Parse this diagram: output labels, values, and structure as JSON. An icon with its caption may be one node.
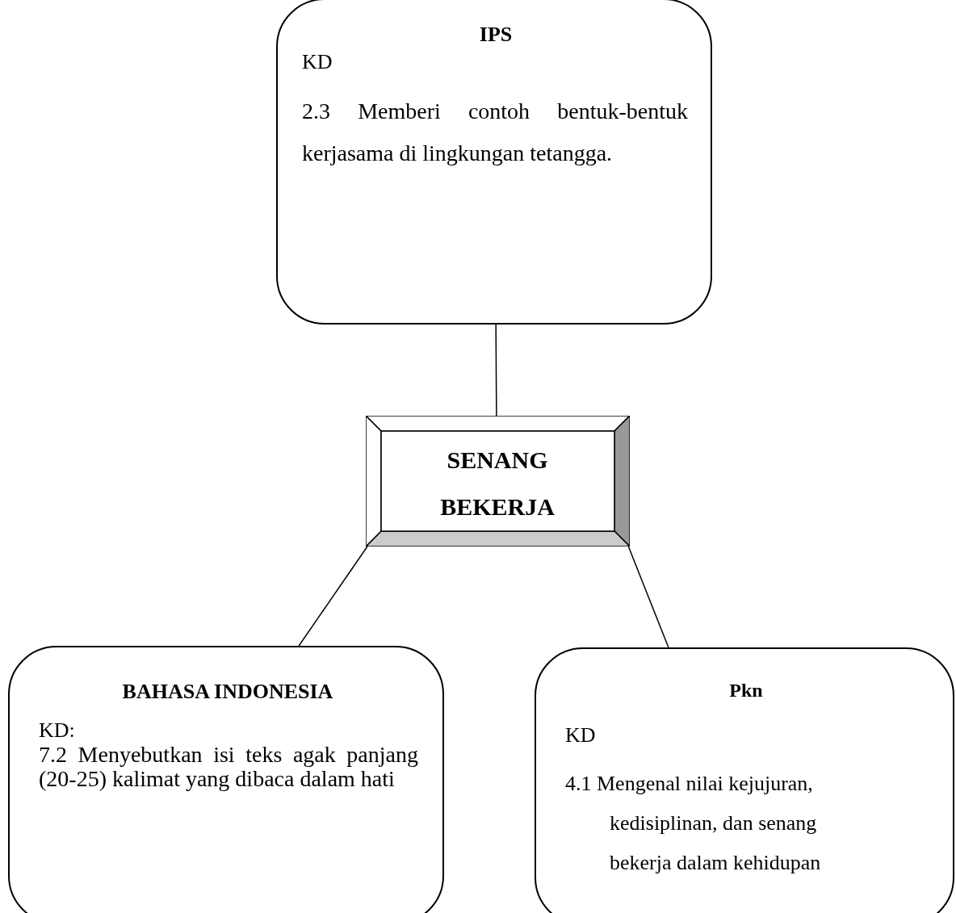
{
  "diagram": {
    "nodes": [
      {
        "text": [
          "IPS",
          "KD",
          "2.3 Memberi contoh bentuk-bentuk kerjasama di lingkungan tetangga."
        ]
      },
      {
        "text": [
          "SENANG BEKERJA"
        ]
      },
      {
        "text": [
          "BAHASA INDONESIA",
          "KD:",
          "7.2 Menyebutkan isi teks agak panjang (20-25) kalimat yang dibaca dalam hati"
        ]
      },
      {
        "text": [
          "Pkn",
          "KD",
          "4.1 Mengenal nilai kejujuran, kedisiplinan, dan senang bekerja dalam kehidupan"
        ]
      }
    ],
    "edges": [
      {
        "from": 0,
        "to": 1,
        "arrow": "none"
      },
      {
        "from": 1,
        "to": 2,
        "arrow": "none"
      },
      {
        "from": 1,
        "to": 3,
        "arrow": "none"
      }
    ]
  }
}
